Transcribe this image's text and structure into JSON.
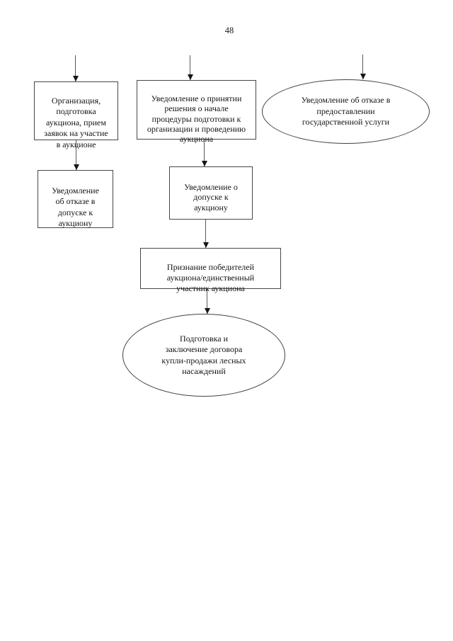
{
  "page": {
    "number": "48",
    "background": "#ffffff"
  },
  "colors": {
    "text": "#141414",
    "node_border": "#474747",
    "arrow_line": "#595959",
    "arrow_head": "#151515"
  },
  "flowchart": {
    "nodes": [
      {
        "id": "auction-organization",
        "shape": "rectangle",
        "label": "Организация,\nподготовка\nаукциона, прием\nзаявок на участие\nв аукционе"
      },
      {
        "id": "notice-decision-to-start",
        "shape": "rectangle",
        "label": "Уведомление о принятии\nрешения о начале\nпроцедуры подготовки к\nорганизации и проведению\nаукциона"
      },
      {
        "id": "notice-service-refusal",
        "shape": "ellipse",
        "label": "Уведомление об отказе в\nпредоставлении\nгосударственной услуги"
      },
      {
        "id": "notice-admission-refusal",
        "shape": "rectangle",
        "label": "Уведомление\nоб отказе в\nдопуске к\nаукциону"
      },
      {
        "id": "notice-admission",
        "shape": "rectangle",
        "label": "Уведомление о\nдопуске к\nаукциону"
      },
      {
        "id": "winners-recognition",
        "shape": "rectangle",
        "label": "Признание победителей\nаукциона/единственный\nучастник аукциона"
      },
      {
        "id": "contract-preparation",
        "shape": "ellipse",
        "label": "Подготовка и\nзаключение договора\nкупли-продажи лесных\nнасаждений"
      }
    ],
    "connections": [
      {
        "from": "start",
        "to": "auction-organization"
      },
      {
        "from": "start",
        "to": "notice-decision-to-start"
      },
      {
        "from": "start",
        "to": "notice-service-refusal"
      },
      {
        "from": "auction-organization",
        "to": "notice-admission-refusal"
      },
      {
        "from": "notice-decision-to-start",
        "to": "notice-admission"
      },
      {
        "from": "notice-admission",
        "to": "winners-recognition"
      },
      {
        "from": "winners-recognition",
        "to": "contract-preparation"
      }
    ]
  }
}
